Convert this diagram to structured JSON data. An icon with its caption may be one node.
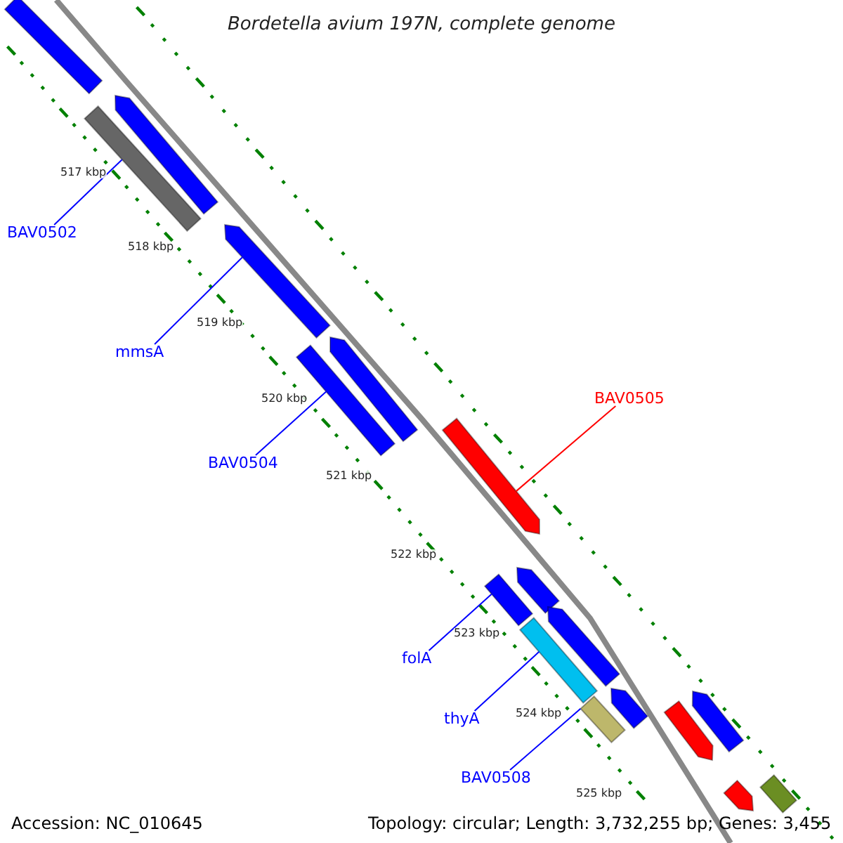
{
  "diagram": {
    "title": "Bordetella avium 197N, complete genome",
    "nodes": [
      {
        "text": [
          "BAV0502"
        ]
      },
      {
        "text": [],
        "shape": "bar"
      },
      {
        "text": [
          "mmsA"
        ]
      },
      {
        "text": [],
        "shape": "bar"
      },
      {
        "text": [
          "BAV0505"
        ]
      },
      {
        "text": [],
        "shape": "bar"
      },
      {
        "text": [
          "BAV0504"
        ]
      },
      {
        "text": [],
        "shape": "bar"
      },
      {
        "text": [
          "folA"
        ]
      },
      {
        "text": [],
        "shape": "bar"
      },
      {
        "text": [
          "thyA"
        ]
      },
      {
        "text": [],
        "shape": "bar"
      },
      {
        "text": [
          "BAV0508"
        ]
      },
      {
        "text": [],
        "shape": "bar"
      },
      {
        "text": [],
        "shape": "bar"
      },
      {
        "text": [],
        "shape": "bar"
      },
      {
        "text": [],
        "shape": "bar"
      },
      {
        "text": [],
        "shape": "bar"
      },
      {
        "text": [],
        "shape": "bar"
      },
      {
        "text": [],
        "shape": "bar"
      },
      {
        "text": [],
        "shape": "bar"
      },
      {
        "text": [],
        "shape": "bar"
      },
      {
        "text": [],
        "shape": "bar"
      },
      {
        "text": [],
        "shape": "bar"
      }
    ],
    "edges": [
      {
        "from": 0,
        "to": 1,
        "arrow": "none"
      },
      {
        "from": 2,
        "to": 3,
        "arrow": "none"
      },
      {
        "from": 4,
        "to": 5,
        "arrow": "none",
        "color": "#ff0000"
      },
      {
        "from": 6,
        "to": 7,
        "arrow": "none"
      },
      {
        "from": 8,
        "to": 9,
        "arrow": "none"
      },
      {
        "from": 10,
        "to": 11,
        "arrow": "none"
      },
      {
        "from": 12,
        "to": 13,
        "arrow": "none"
      }
    ],
    "labels": [
      "517 kbp",
      "518 kbp",
      "519 kbp",
      "520 kbp",
      "521 kbp",
      "522 kbp",
      "523 kbp",
      "524 kbp",
      "525 kbp",
      "Accession: NC_010645",
      "Topology: circular; Length: 3,732,255 bp; Genes: 3,455"
    ]
  }
}
